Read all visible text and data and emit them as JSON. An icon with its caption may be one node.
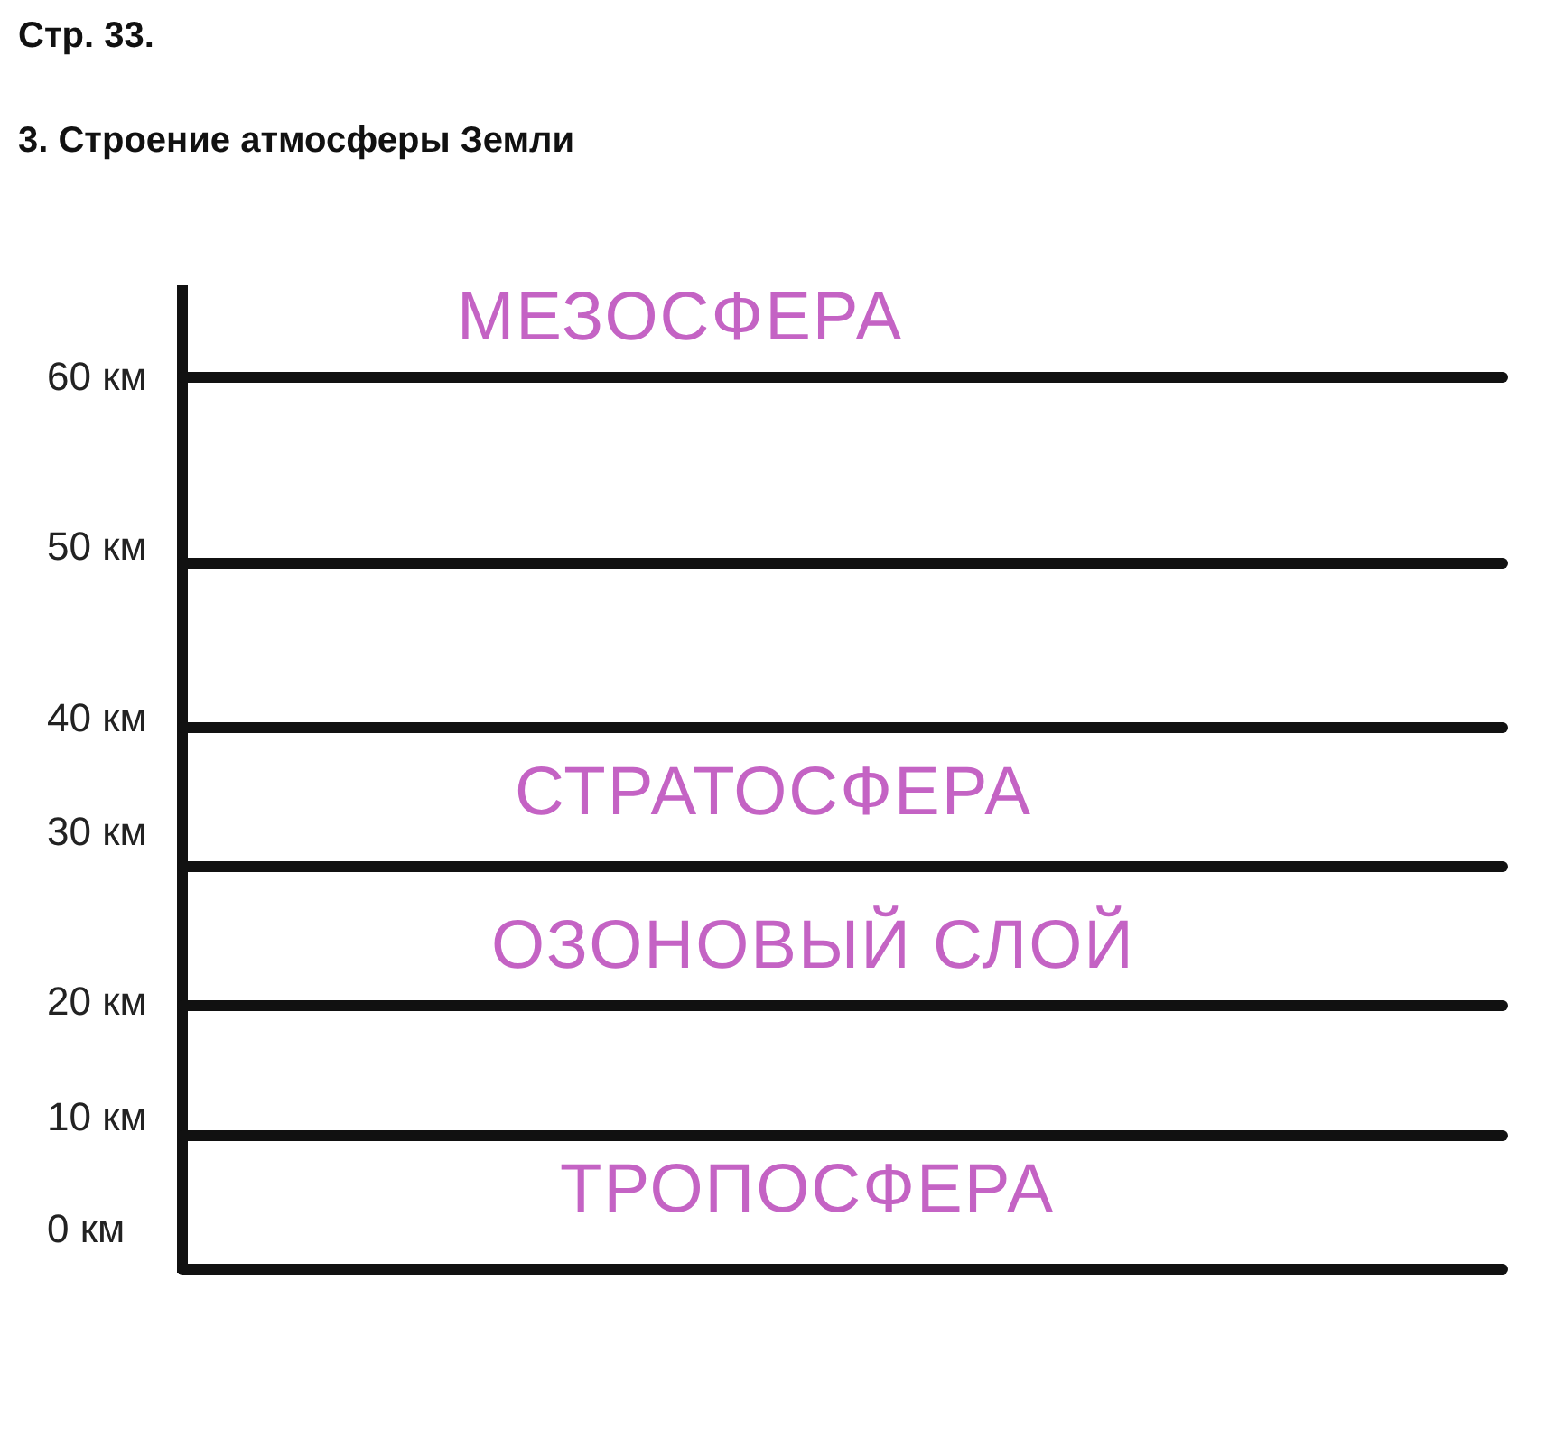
{
  "diagram": {
    "title": "3. Строение атмосферы Земли",
    "labels": [
      "Стр. 33.",
      "МЕЗОСФЕРА",
      "60 км",
      "50 км",
      "40 км",
      "СТРАТОСФЕРА",
      "30 км",
      "ОЗОНОВЫЙ СЛОЙ",
      "20 км",
      "10 км",
      "ТРОПОСФЕРА",
      "0 км"
    ]
  }
}
